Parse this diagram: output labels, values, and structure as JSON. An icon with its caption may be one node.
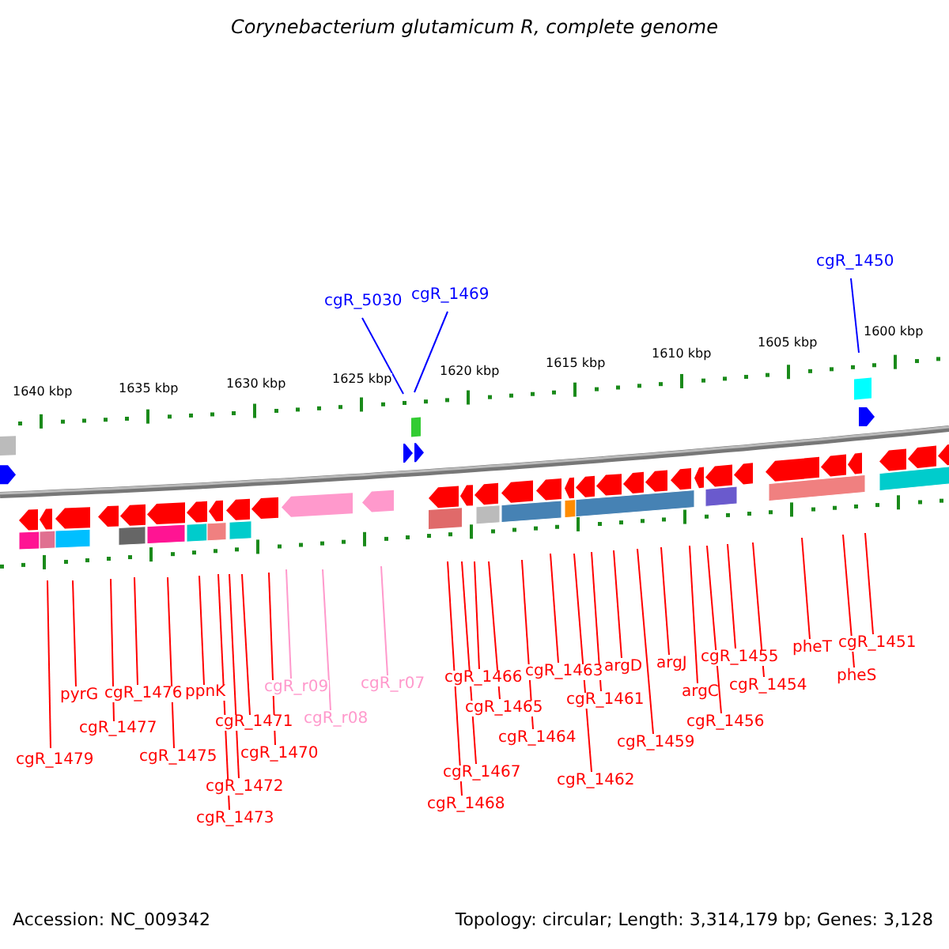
{
  "diagram": {
    "title": "Corynebacterium glutamicum R, complete genome",
    "nodes": [
      {
        "text": [
          "cgR_5030"
        ]
      },
      {
        "text": [
          "cgR_1469"
        ]
      },
      {
        "text": [
          "cgR_1450"
        ]
      },
      {
        "text": [
          "cgR_1479"
        ]
      },
      {
        "text": [
          "pyrG"
        ]
      },
      {
        "text": [
          "cgR_1477"
        ]
      },
      {
        "text": [
          "cgR_1476"
        ]
      },
      {
        "text": [
          "cgR_1475"
        ]
      },
      {
        "text": [
          "ppnK"
        ]
      },
      {
        "text": [
          "cgR_1473"
        ]
      },
      {
        "text": [
          "cgR_1472"
        ]
      },
      {
        "text": [
          "cgR_1471"
        ]
      },
      {
        "text": [
          "cgR_1470"
        ]
      },
      {
        "text": [
          "cgR_r09"
        ]
      },
      {
        "text": [
          "cgR_r08"
        ]
      },
      {
        "text": [
          "cgR_r07"
        ]
      },
      {
        "text": [
          "cgR_1468"
        ]
      },
      {
        "text": [
          "cgR_1467"
        ]
      },
      {
        "text": [
          "cgR_1466"
        ]
      },
      {
        "text": [
          "cgR_1465"
        ]
      },
      {
        "text": [
          "cgR_1464"
        ]
      },
      {
        "text": [
          "cgR_1463"
        ]
      },
      {
        "text": [
          "cgR_1462"
        ]
      },
      {
        "text": [
          "cgR_1461"
        ]
      },
      {
        "text": [
          "argD"
        ]
      },
      {
        "text": [
          "cgR_1459"
        ]
      },
      {
        "text": [
          "argJ"
        ]
      },
      {
        "text": [
          "argC"
        ]
      },
      {
        "text": [
          "cgR_1456"
        ]
      },
      {
        "text": [
          "cgR_1455"
        ]
      },
      {
        "text": [
          "cgR_1454"
        ]
      },
      {
        "text": [
          "pheT"
        ]
      },
      {
        "text": [
          "pheS"
        ]
      },
      {
        "text": [
          "cgR_1451"
        ]
      }
    ],
    "edges": [
      {
        "from": 0,
        "to": null,
        "arrow": "none",
        "color": "#0000ff"
      },
      {
        "from": 1,
        "to": null,
        "arrow": "none",
        "color": "#0000ff"
      },
      {
        "from": 2,
        "to": null,
        "arrow": "none",
        "color": "#0000ff"
      },
      {
        "from": 3,
        "to": null,
        "arrow": "none"
      },
      {
        "from": 4,
        "to": null,
        "arrow": "none"
      },
      {
        "from": 5,
        "to": null,
        "arrow": "none"
      },
      {
        "from": 6,
        "to": null,
        "arrow": "none"
      },
      {
        "from": 7,
        "to": null,
        "arrow": "none"
      },
      {
        "from": 8,
        "to": null,
        "arrow": "none"
      },
      {
        "from": 9,
        "to": null,
        "arrow": "none"
      },
      {
        "from": 10,
        "to": null,
        "arrow": "none"
      },
      {
        "from": 11,
        "to": null,
        "arrow": "none"
      },
      {
        "from": 12,
        "to": null,
        "arrow": "none"
      },
      {
        "from": 13,
        "to": null,
        "arrow": "none",
        "color": "#ff99cc"
      },
      {
        "from": 14,
        "to": null,
        "arrow": "none",
        "color": "#ff99cc"
      },
      {
        "from": 15,
        "to": null,
        "arrow": "none",
        "color": "#ff99cc"
      },
      {
        "from": 16,
        "to": null,
        "arrow": "none"
      },
      {
        "from": 17,
        "to": null,
        "arrow": "none"
      },
      {
        "from": 18,
        "to": null,
        "arrow": "none"
      },
      {
        "from": 19,
        "to": null,
        "arrow": "none"
      },
      {
        "from": 20,
        "to": null,
        "arrow": "none"
      },
      {
        "from": 21,
        "to": null,
        "arrow": "none"
      },
      {
        "from": 22,
        "to": null,
        "arrow": "none"
      },
      {
        "from": 23,
        "to": null,
        "arrow": "none"
      },
      {
        "from": 24,
        "to": null,
        "arrow": "none"
      },
      {
        "from": 25,
        "to": null,
        "arrow": "none"
      },
      {
        "from": 26,
        "to": null,
        "arrow": "none"
      },
      {
        "from": 27,
        "to": null,
        "arrow": "none"
      },
      {
        "from": 28,
        "to": null,
        "arrow": "none"
      },
      {
        "from": 29,
        "to": null,
        "arrow": "none"
      },
      {
        "from": 30,
        "to": null,
        "arrow": "none"
      },
      {
        "from": 31,
        "to": null,
        "arrow": "none"
      },
      {
        "from": 32,
        "to": null,
        "arrow": "none"
      },
      {
        "from": 33,
        "to": null,
        "arrow": "none"
      }
    ],
    "labels": [
      "1640 kbp",
      "1635 kbp",
      "1630 kbp",
      "1625 kbp",
      "1620 kbp",
      "1615 kbp",
      "1610 kbp",
      "1605 kbp",
      "1600 kbp",
      "Accession: NC_009342",
      "Topology: circular; Length: 3,314,179 bp; Genes: 3,128"
    ]
  }
}
